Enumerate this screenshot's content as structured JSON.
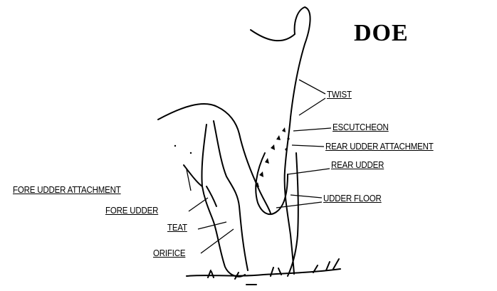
{
  "title": "DOE",
  "labels": {
    "twist": "TWIST",
    "escutcheon": "ESCUTCHEON",
    "rear_udder_attachment": "REAR UDDER ATTACHMENT",
    "rear_udder": "REAR UDDER",
    "udder_floor": "UDDER FLOOR",
    "fore_udder_attachment": "FORE UDDER ATTACHMENT",
    "fore_udder": "FORE UDDER",
    "teat": "TEAT",
    "orifice": "ORIFICE"
  }
}
